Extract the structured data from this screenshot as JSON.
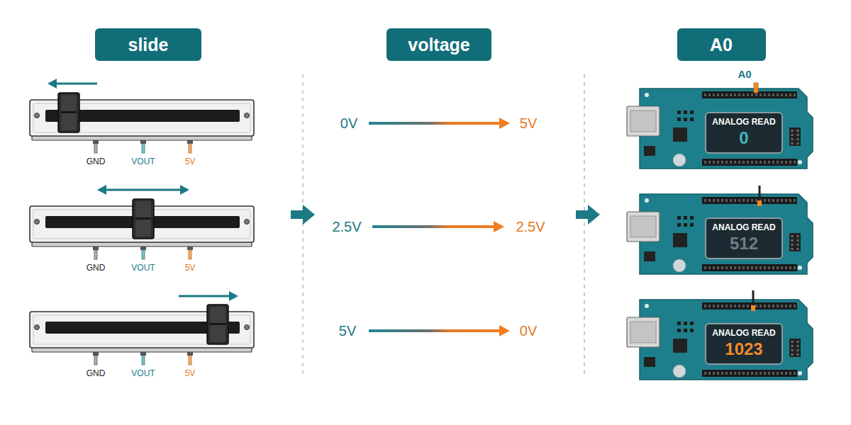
{
  "diagram": {
    "nodes": [
      {
        "text": [
          "slide"
        ]
      },
      {
        "text": [
          "voltage"
        ]
      },
      {
        "text": [
          "A0"
        ]
      },
      {
        "text": [
          "ANALOG READ",
          "0"
        ]
      },
      {
        "text": [
          "ANALOG READ",
          "512"
        ]
      },
      {
        "text": [
          "ANALOG READ",
          "1023"
        ]
      }
    ],
    "labels": [
      "A0",
      "GND",
      "VOUT",
      "5V",
      "0V",
      "5V",
      "GND",
      "VOUT",
      "5V",
      "2.5V",
      "2.5V",
      "GND",
      "VOUT",
      "5V",
      "5V",
      "0V"
    ]
  }
}
